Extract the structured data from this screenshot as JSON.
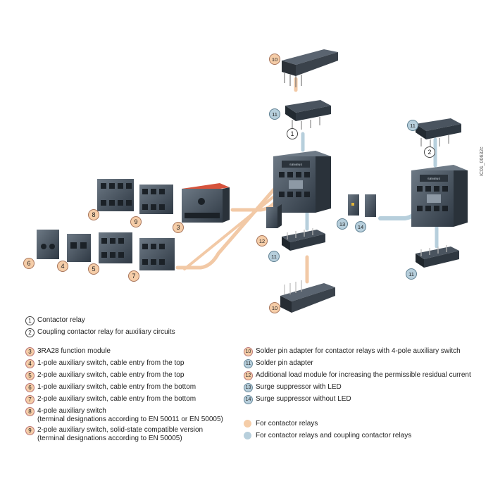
{
  "diagram": {
    "figure_id": "IC01_00632c",
    "part_labels": [
      {
        "id": "p10a",
        "num": "10",
        "color": "orange"
      },
      {
        "id": "p11a",
        "num": "11",
        "color": "blue"
      },
      {
        "id": "p1",
        "num": "1",
        "color": "white"
      },
      {
        "id": "p11b",
        "num": "11",
        "color": "blue"
      },
      {
        "id": "p2",
        "num": "2",
        "color": "white"
      },
      {
        "id": "p8",
        "num": "8",
        "color": "orange"
      },
      {
        "id": "p9",
        "num": "9",
        "color": "orange"
      },
      {
        "id": "p3",
        "num": "3",
        "color": "orange"
      },
      {
        "id": "p12",
        "num": "12",
        "color": "orange"
      },
      {
        "id": "p13",
        "num": "13",
        "color": "blue"
      },
      {
        "id": "p14",
        "num": "14",
        "color": "blue"
      },
      {
        "id": "p6",
        "num": "6",
        "color": "orange"
      },
      {
        "id": "p4",
        "num": "4",
        "color": "orange"
      },
      {
        "id": "p5",
        "num": "5",
        "color": "orange"
      },
      {
        "id": "p7",
        "num": "7",
        "color": "orange"
      },
      {
        "id": "p11c",
        "num": "11",
        "color": "blue"
      },
      {
        "id": "p11d",
        "num": "11",
        "color": "blue"
      },
      {
        "id": "p10b",
        "num": "10",
        "color": "orange"
      }
    ],
    "brand_text": "SIEMENS"
  },
  "legend": {
    "left": [
      {
        "num": "1",
        "color": "white",
        "text": [
          "Contactor relay"
        ]
      },
      {
        "num": "2",
        "color": "white",
        "text": [
          "Coupling contactor relay for auxiliary circuits"
        ]
      },
      {
        "num": "3",
        "color": "orange",
        "text": [
          "3RA28 function module"
        ]
      },
      {
        "num": "4",
        "color": "orange",
        "text": [
          "1-pole auxiliary switch, cable entry from the top"
        ]
      },
      {
        "num": "5",
        "color": "orange",
        "text": [
          "2-pole auxiliary switch, cable entry from the top"
        ]
      },
      {
        "num": "6",
        "color": "orange",
        "text": [
          "1-pole auxiliary switch, cable entry from the bottom"
        ]
      },
      {
        "num": "7",
        "color": "orange",
        "text": [
          "2-pole auxiliary switch, cable entry from the bottom"
        ]
      },
      {
        "num": "8",
        "color": "orange",
        "text": [
          "4-pole auxiliary switch",
          "(terminal designations according to EN 50011 or EN 50005)"
        ]
      },
      {
        "num": "9",
        "color": "orange",
        "text": [
          "2-pole auxiliary switch, solid-state compatible version",
          "(terminal designations according to EN 50005)"
        ]
      }
    ],
    "right": [
      {
        "num": "10",
        "color": "orange",
        "text": [
          "Solder pin adapter for contactor relays with 4-pole auxiliary switch"
        ]
      },
      {
        "num": "11",
        "color": "blue",
        "text": [
          "Solder pin adapter"
        ]
      },
      {
        "num": "12",
        "color": "orange",
        "text": [
          "Additional load module for increasing the permissible residual current"
        ]
      },
      {
        "num": "13",
        "color": "blue",
        "text": [
          "Surge suppressor with LED"
        ]
      },
      {
        "num": "14",
        "color": "blue",
        "text": [
          "Surge suppressor without LED"
        ]
      }
    ],
    "swatches": [
      {
        "color": "orange",
        "text": "For contactor relays"
      },
      {
        "color": "blue",
        "text": "For contactor relays and coupling contactor relays"
      }
    ]
  },
  "colors": {
    "orange": "#f5cda8",
    "blue": "#b7cfdc",
    "device_dark": "#3d4752",
    "device_mid": "#5a6673",
    "device_light": "#7c8894"
  }
}
